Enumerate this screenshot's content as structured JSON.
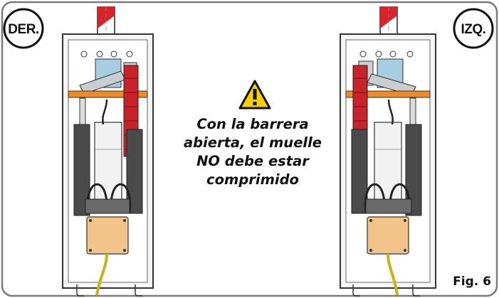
{
  "badges": {
    "left": "DER.",
    "right": "IZQ."
  },
  "warning": {
    "icon": "warning-triangle-icon",
    "lines": [
      "Con la barrera",
      "abierta, el muelle",
      "NO debe estar",
      "comprimido"
    ]
  },
  "figure_label": "Fig. 6",
  "colors": {
    "border": "#7a7a7a",
    "barrier_red": "#d9232a",
    "orange_bracket": "#f08a24",
    "spring_red": "#c8232a",
    "cylinder_gray": "#4a4a4a",
    "junction_box": "#f2c48a",
    "cable_yellow": "#c9b31c",
    "valve_blue": "#a9cde0",
    "warning_yellow": "#f5d000"
  }
}
